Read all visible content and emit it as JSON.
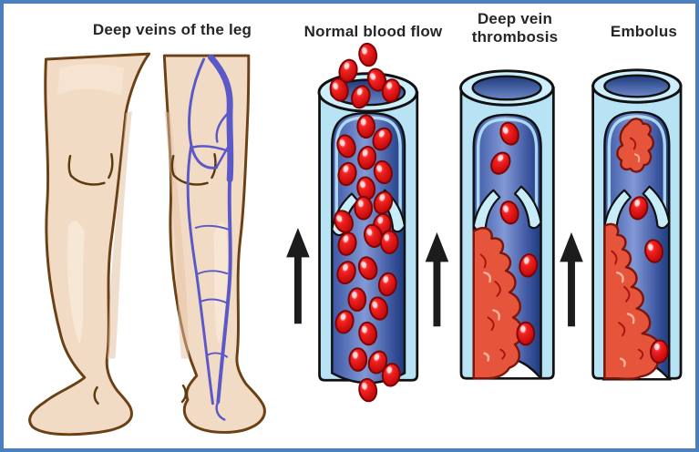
{
  "figure": {
    "type": "medical-illustration",
    "border_color": "#4d7fbc",
    "background": "#ffffff"
  },
  "labels": {
    "legs_title": "Deep veins of the leg",
    "normal_title": "Normal blood flow",
    "dvt_title": "Deep vein thrombosis",
    "embolus_title": "Embolus"
  },
  "colors": {
    "vessel_wall": "#b7e3f5",
    "vessel_rim_light": "#cdeefb",
    "lumen_edge": "#3c58a4",
    "lumen_center": "#8299d6",
    "lumen_shadow": "#1d3a7c",
    "red_cell": "#ee1111",
    "red_cell_outline": "#7c0404",
    "clot_fill": "#e6543b",
    "clot_outline": "#7e150b",
    "clot_highlight": "#f8b29a",
    "valve_fill": "#c8edf9",
    "skin": "#f2dbc5",
    "skin_shadow": "#e4c2a4",
    "skin_highlight": "#f9ecdc",
    "leg_outline": "#6b4015",
    "vein_blue": "#5b59c7",
    "arrow": "#1c1c1c",
    "title_text": "#262626"
  },
  "icons": {
    "up_arrow": "flow-direction-up",
    "red_blood_cell": "red-blood-cell",
    "clot": "blood-clot",
    "valve": "venous-valve"
  }
}
